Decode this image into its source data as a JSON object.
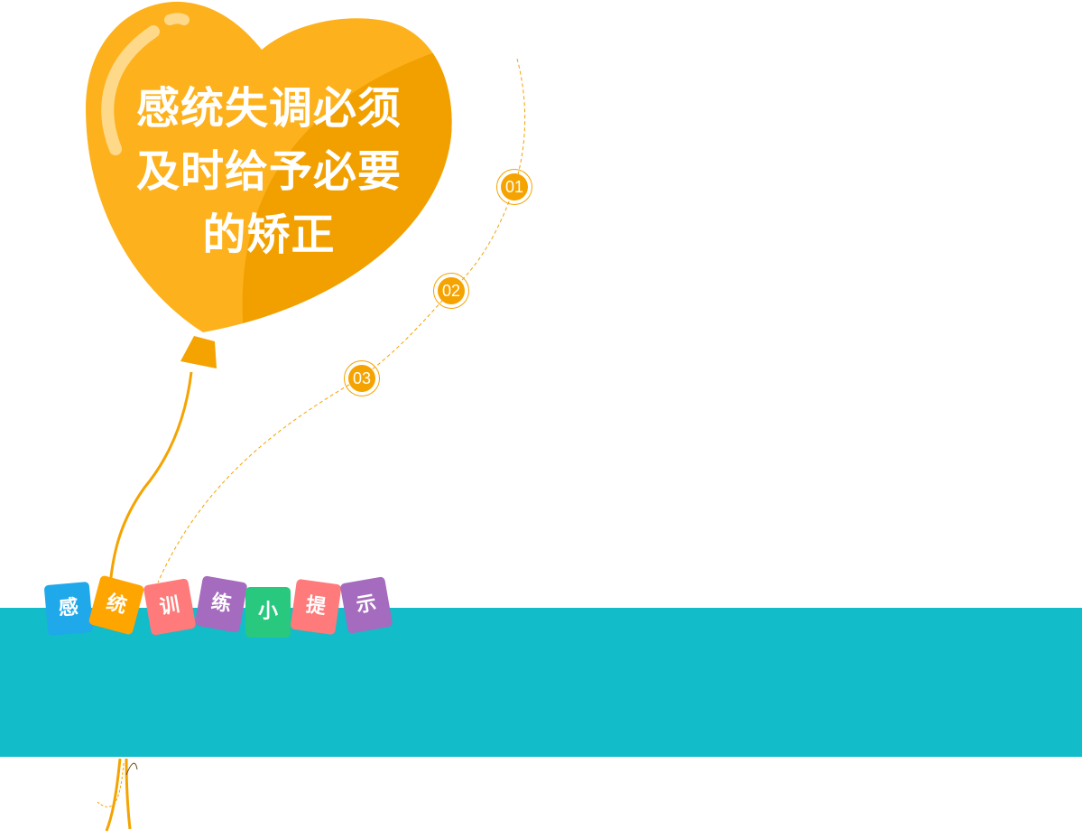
{
  "balloon": {
    "title_lines": [
      "感统失调必须",
      "及时给予必要",
      "的矫正"
    ]
  },
  "markers": [
    "01",
    "02",
    "03"
  ],
  "tiles": [
    {
      "char": "感",
      "color": "#1FA8EA"
    },
    {
      "char": "统",
      "color": "#FFA500"
    },
    {
      "char": "训",
      "color": "#FF7A7A"
    },
    {
      "char": "练",
      "color": "#A56BBE"
    },
    {
      "char": "小",
      "color": "#28C87E"
    },
    {
      "char": "提",
      "color": "#FF7A7A"
    },
    {
      "char": "示",
      "color": "#A56BBE"
    }
  ],
  "colors": {
    "band": "#12BCC9",
    "balloon": "#FDB21D",
    "balloon_shade": "#F1A000"
  }
}
